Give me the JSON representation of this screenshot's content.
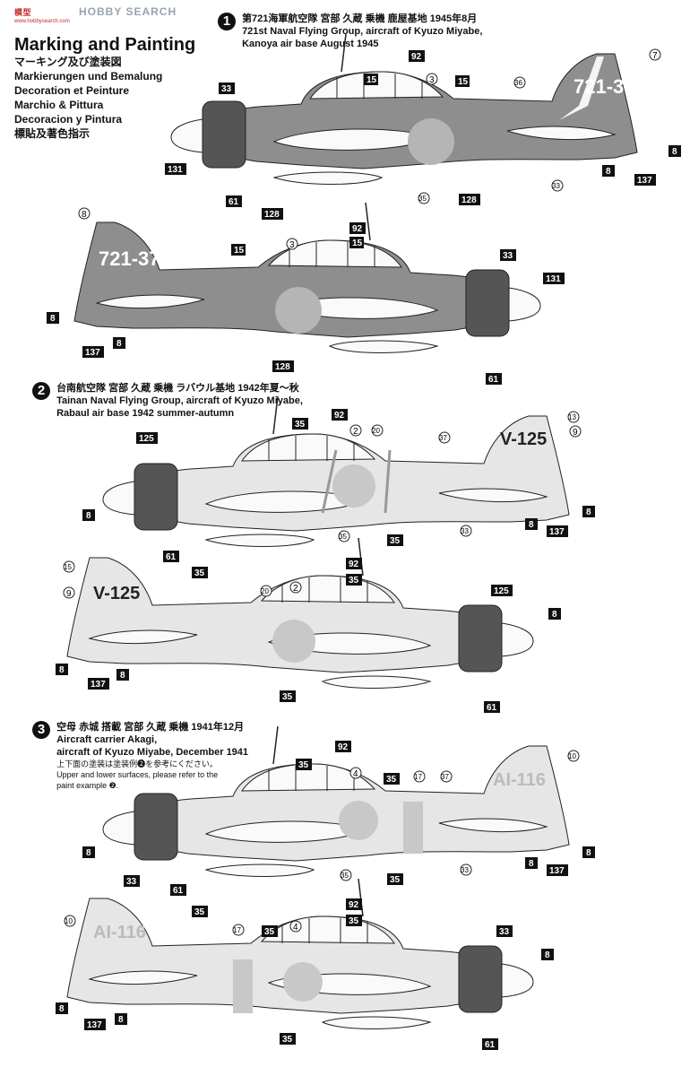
{
  "header": {
    "logo": "模型",
    "logo_url": "www.hobbysearch.com",
    "site_name": "HOBBY SEARCH",
    "title": "Marking and Painting",
    "subtitles": [
      "マーキング及び塗装図",
      "Markierungen und Bemalung",
      "Decoration et Peinture",
      "Marchio & Pittura",
      "Decoracion y Pintura",
      "標貼及著色指示"
    ]
  },
  "sections": [
    {
      "num": "1",
      "jp": "第721海軍航空隊 宮部 久蔵 乗機 鹿屋基地 1945年8月",
      "en1": "721st Naval Flying Group, aircraft of Kyuzo Miyabe,",
      "en2": "Kanoya air base August 1945",
      "code": "721-37"
    },
    {
      "num": "2",
      "jp": "台南航空隊 宮部 久蔵 乗機 ラバウル基地 1942年夏〜秋",
      "en1": "Tainan Naval Flying Group, aircraft of Kyuzo Miyabe,",
      "en2": "Rabaul air base 1942 summer-autumn",
      "code": "V-125"
    },
    {
      "num": "3",
      "jp": "空母 赤城 搭載 宮部 久蔵 乗機 1941年12月",
      "en1": "Aircraft carrier Akagi,",
      "en2": "aircraft of Kyuzo Miyabe, December 1941",
      "note_jp": "上下面の塗装は塗装例❷を参考にください。",
      "note_en1": "Upper and lower surfaces, please refer to the",
      "note_en2": "paint example ❷.",
      "code": "AI-116"
    }
  ],
  "colors": {
    "dark_green": "#8e8e8e",
    "light_gray": "#e6e6e6",
    "cowl": "#555555",
    "roundel": "#c8c8c8"
  },
  "callouts": {
    "c92": "92",
    "c15": "15",
    "c3": "3",
    "c7": "7",
    "c33": "33",
    "c36": "36",
    "c131": "131",
    "c8": "8",
    "c137": "137",
    "c61": "61",
    "c35": "35",
    "c128": "128",
    "c2": "2",
    "c20": "20",
    "c37": "37",
    "c13": "13",
    "c9": "9",
    "c125": "125",
    "c4": "4",
    "c17": "17",
    "c10": "10"
  }
}
